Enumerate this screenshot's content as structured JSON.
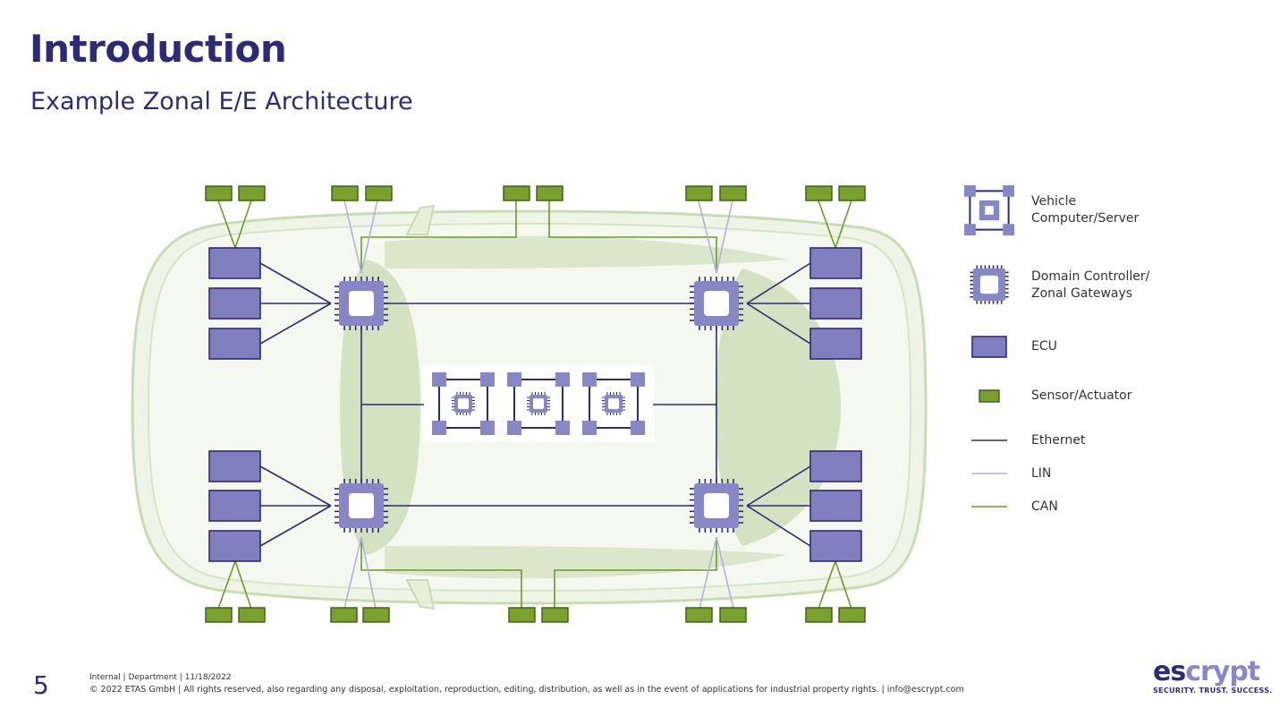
{
  "header": {
    "title": "Introduction",
    "subtitle": "Example Zonal E/E Architecture"
  },
  "legend": {
    "vehicle_computer": "Vehicle\nComputer/Server",
    "domain_controller": "Domain Controller/\nZonal Gateways",
    "ecu": "ECU",
    "sensor": "Sensor/Actuator",
    "ethernet": "Ethernet",
    "lin": "LIN",
    "can": "CAN"
  },
  "colors": {
    "primary": "#2e2a78",
    "ecu_fill": "#7f7fbf",
    "chip_fill": "#8787c7",
    "sensor_fill": "#7aa02e",
    "can_line": "#6d9a2a",
    "lin_line": "#b3b3d9",
    "car_body": "#e6efd9"
  },
  "footer": {
    "slide_number": "5",
    "meta": "Internal | Department | 11/18/2022",
    "copyright": "© 2022 ETAS GmbH | All rights reserved, also regarding any disposal, exploitation, reproduction, editing, distribution, as well as in the event of applications for industrial property rights. | info@escrypt.com",
    "logo_es": "es",
    "logo_crypt": "crypt",
    "tagline": "SECURITY. TRUST. SUCCESS."
  }
}
